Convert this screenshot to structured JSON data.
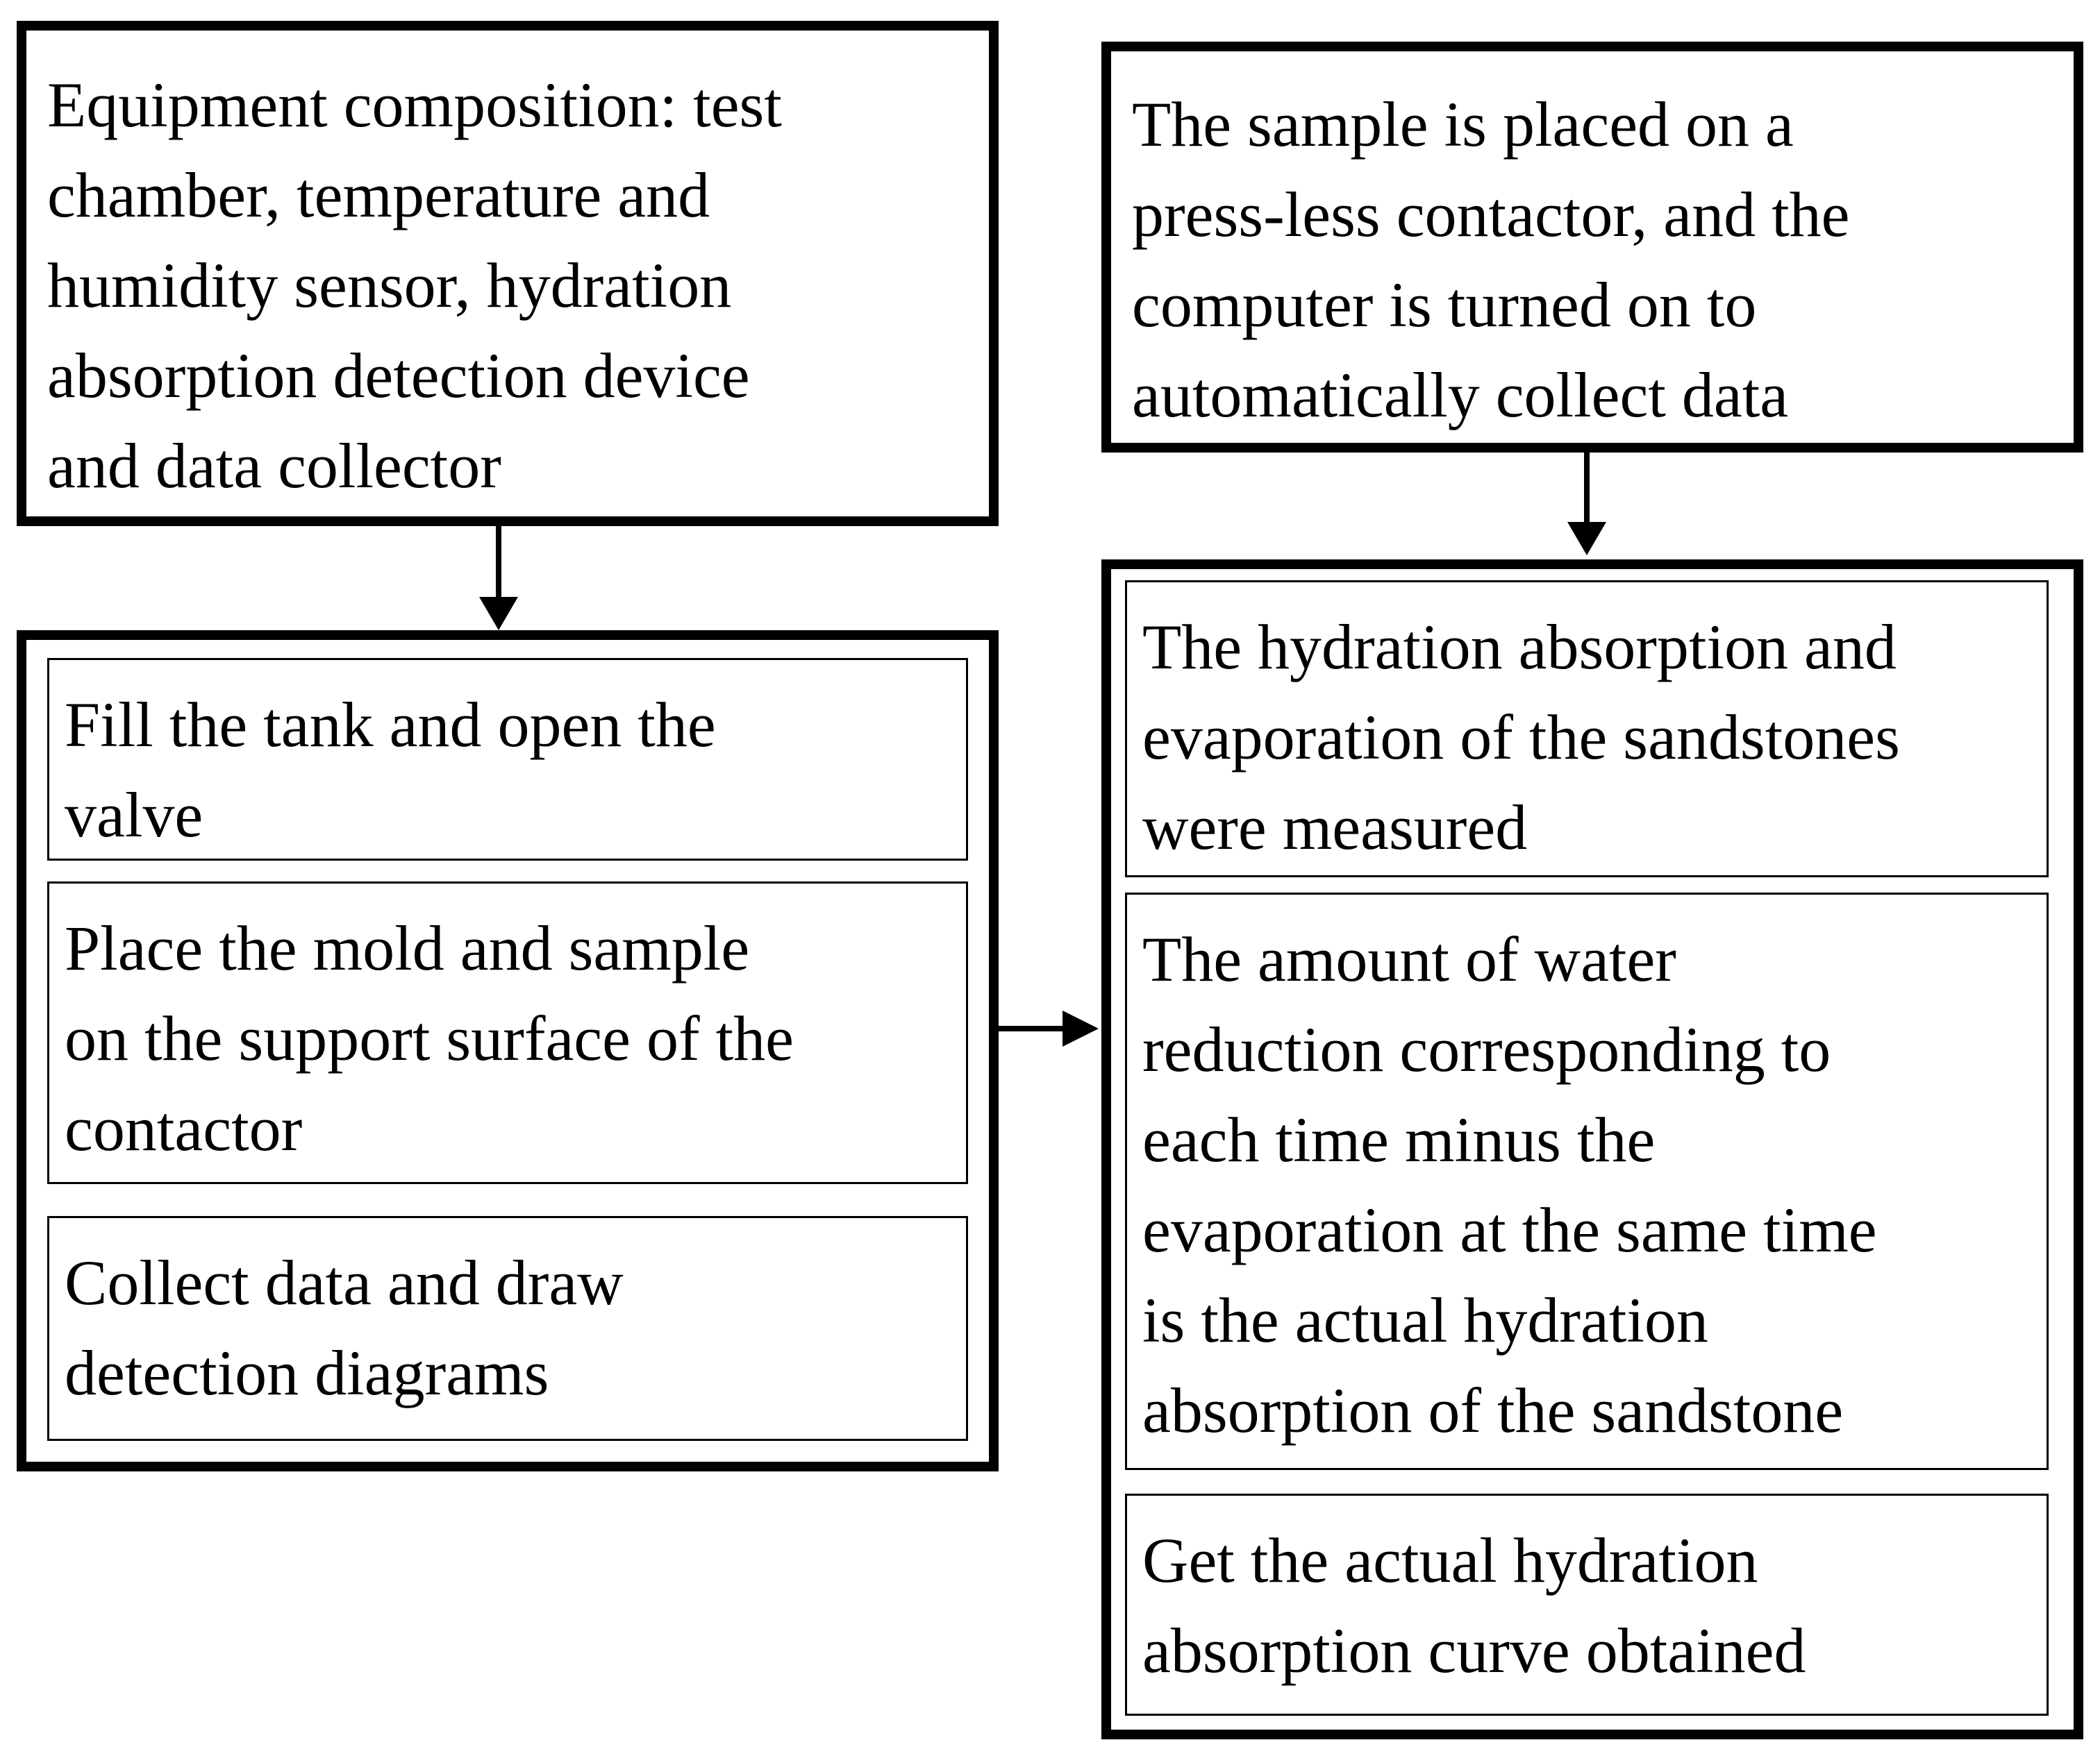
{
  "left": {
    "top_box": {
      "lines": [
        "Equipment composition: test",
        "chamber, temperature and",
        "humidity sensor, hydration",
        "absorption detection device",
        "and data collector"
      ]
    },
    "steps": [
      {
        "lines": [
          "Fill the tank and open the",
          "valve"
        ]
      },
      {
        "lines": [
          "Place the mold and sample",
          "on the support surface of the",
          "contactor"
        ]
      },
      {
        "lines": [
          "Collect data and draw",
          "detection diagrams"
        ]
      }
    ]
  },
  "right": {
    "top_box": {
      "lines": [
        "The sample is placed on a",
        "press-less contactor, and the",
        "computer is turned on to",
        "automatically collect data"
      ]
    },
    "steps": [
      {
        "lines": [
          "The hydration absorption and",
          "evaporation of the sandstones",
          "were measured"
        ]
      },
      {
        "lines": [
          "The amount of water",
          "reduction corresponding to",
          "each time minus the",
          "evaporation at the same time",
          "is the actual hydration",
          "absorption of the sandstone"
        ]
      },
      {
        "lines": [
          "Get the actual hydration",
          "absorption curve obtained"
        ]
      }
    ]
  }
}
